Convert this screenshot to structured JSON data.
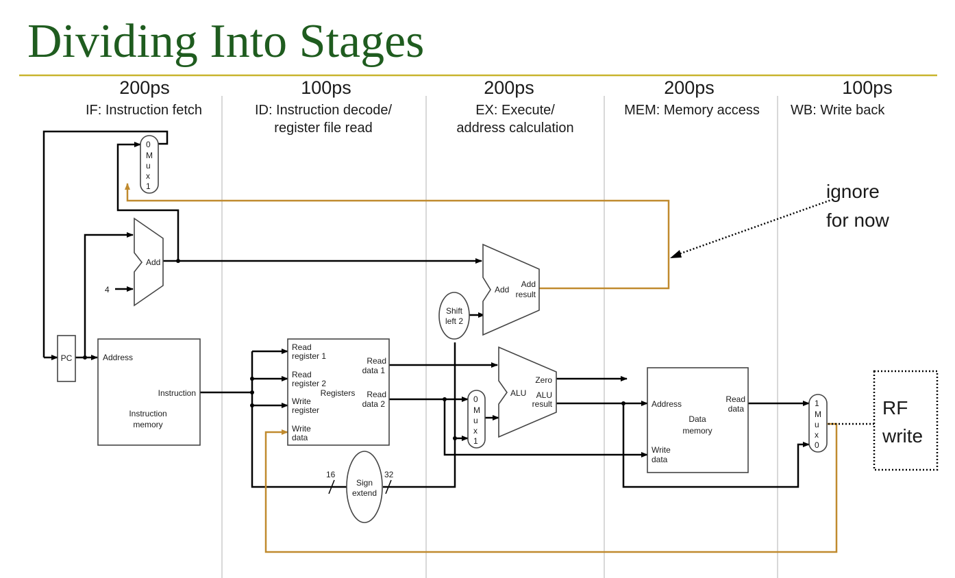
{
  "title": "Dividing Into Stages",
  "stages": [
    {
      "time": "200ps",
      "name": "IF: Instruction fetch",
      "name2": ""
    },
    {
      "time": "100ps",
      "name": "ID: Instruction decode/",
      "name2": "register file read"
    },
    {
      "time": "200ps",
      "name": "EX: Execute/",
      "name2": "address calculation"
    },
    {
      "time": "200ps",
      "name": "MEM: Memory access",
      "name2": ""
    },
    {
      "time": "100ps",
      "name": "WB: Write back",
      "name2": ""
    }
  ],
  "blocks": {
    "pc": "PC",
    "imem": {
      "address": "Address",
      "instruction": "Instruction",
      "name1": "Instruction",
      "name2": "memory"
    },
    "add_pc": "Add",
    "four": "4",
    "mux_pc": [
      "0",
      "M",
      "u",
      "x",
      "1"
    ],
    "regs": {
      "rr1a": "Read",
      "rr1b": "register 1",
      "rr2a": "Read",
      "rr2b": "register 2",
      "wra": "Write",
      "wrb": "register",
      "wda": "Write",
      "wdb": "data",
      "rd1a": "Read",
      "rd1b": "data 1",
      "rd2a": "Read",
      "rd2b": "data 2",
      "name": "Registers"
    },
    "sign": {
      "a": "Sign",
      "b": "extend",
      "in_bits": "16",
      "out_bits": "32"
    },
    "shift": {
      "a": "Shift",
      "b": "left 2"
    },
    "add_br": {
      "name": "Add",
      "res_a": "Add",
      "res_b": "result"
    },
    "mux_alu": [
      "0",
      "M",
      "u",
      "x",
      "1"
    ],
    "alu": {
      "name": "ALU",
      "zero": "Zero",
      "res_a": "ALU",
      "res_b": "result"
    },
    "dmem": {
      "address": "Address",
      "read_a": "Read",
      "read_b": "data",
      "write_a": "Write",
      "write_b": "data",
      "name1": "Data",
      "name2": "memory"
    },
    "mux_wb": [
      "1",
      "M",
      "u",
      "x",
      "0"
    ]
  },
  "annotations": {
    "ignore_line1": "ignore",
    "ignore_line2": "for now",
    "rf_line1": "RF",
    "rf_line2": "write"
  },
  "colors": {
    "title": "#1f5c1f",
    "rule": "#c8b42c",
    "feedback_wire": "#c08a2e"
  }
}
